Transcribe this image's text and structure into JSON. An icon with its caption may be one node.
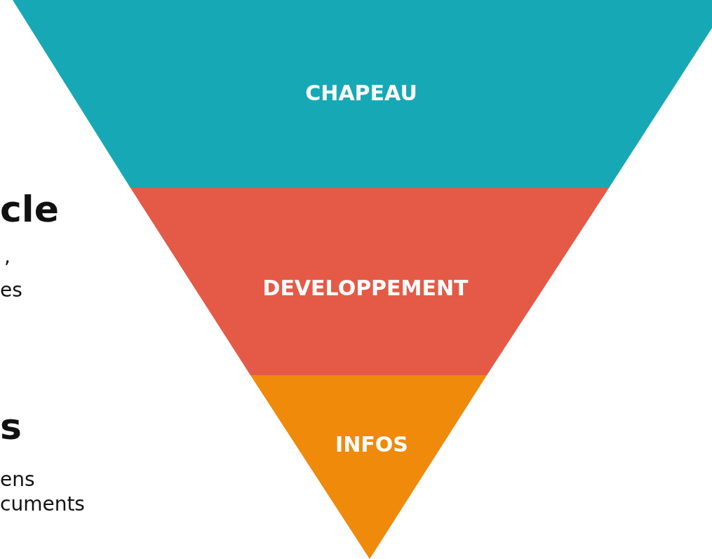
{
  "diagram": {
    "nodes": [
      {
        "text": [
          "CHAPEAU"
        ]
      },
      {
        "text": [
          "DEVELOPPEMENT"
        ]
      },
      {
        "text": [
          "INFOS"
        ]
      }
    ],
    "labels": [
      "cle",
      ",",
      "es",
      "s",
      "ens",
      "cuments"
    ]
  }
}
